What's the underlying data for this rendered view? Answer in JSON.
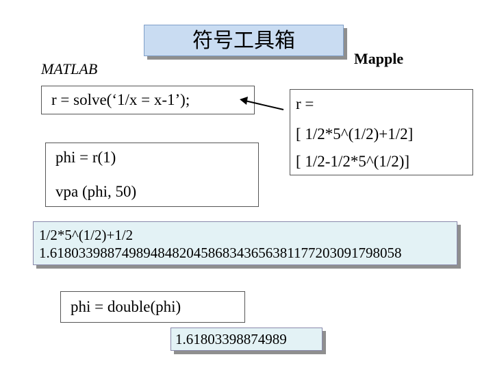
{
  "title": "符号工具箱",
  "matlab_logo": "MATLAB",
  "mapple_label": "Mapple",
  "matlab_code": {
    "solve_line": "r = solve(‘1/x = x-1’);",
    "phi_line": "phi = r(1)",
    "vpa_line": "vpa (phi, 50)",
    "double_line": "phi = double(phi)"
  },
  "mapple_result": {
    "r_label": "r =",
    "root1": "[ 1/2*5^(1/2)+1/2]",
    "root2": "[ 1/2-1/2*5^(1/2)]"
  },
  "vpa_output": {
    "expression": "1/2*5^(1/2)+1/2",
    "value": "1.6180339887498948482045868343656381177203091798058"
  },
  "double_output": "1.61803398874989",
  "colors": {
    "title_bg": "#c9dcf2",
    "output_bg": "#e3f2f5",
    "shadow": "#8f8f8f"
  }
}
